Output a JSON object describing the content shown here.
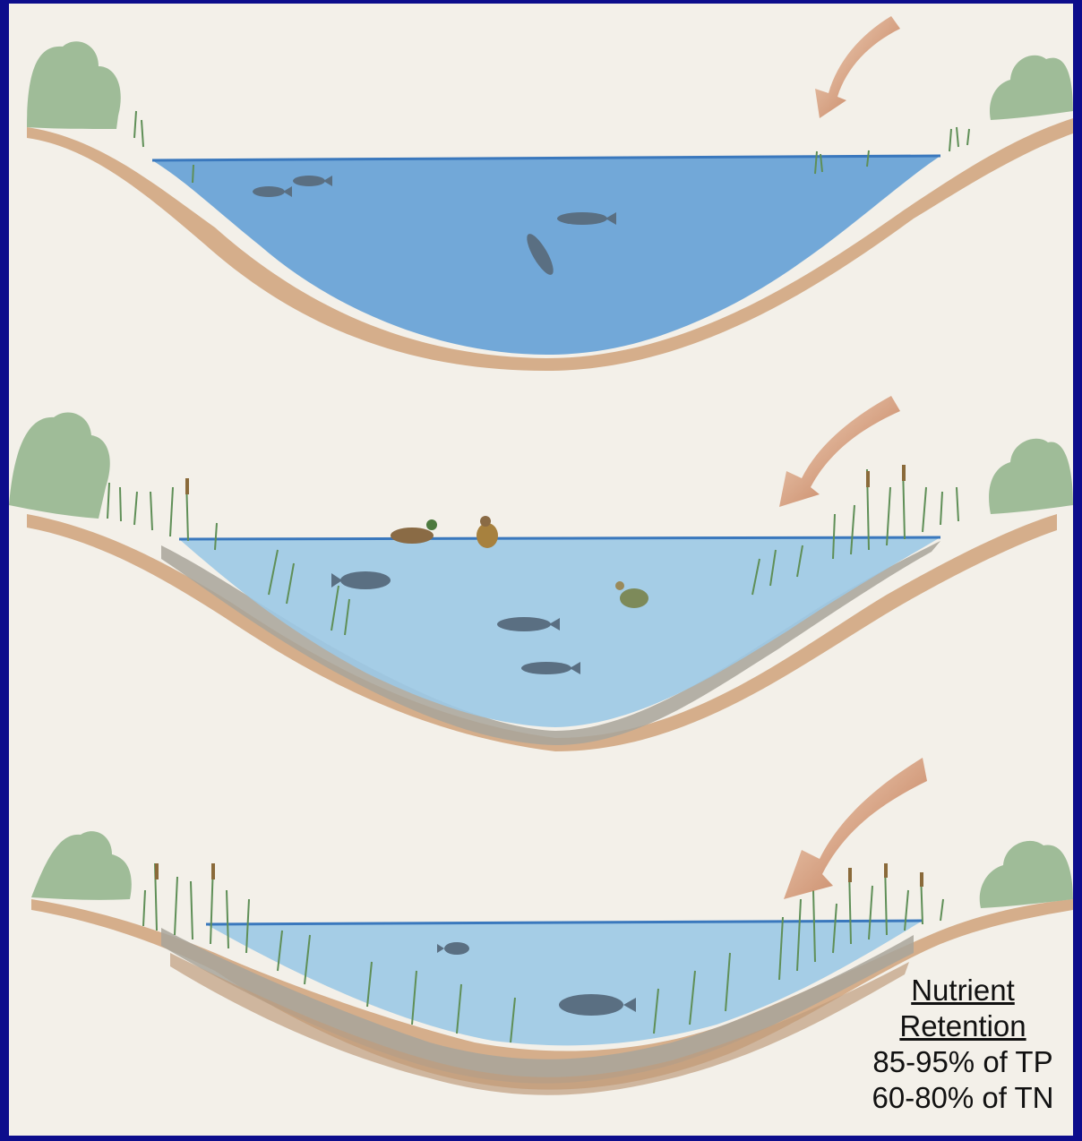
{
  "caption": {
    "heading_line1": "Nutrient",
    "heading_line2": "Retention",
    "tp_line": "85-95% of TP",
    "tn_line": "60-80% of TN"
  },
  "colors": {
    "frame": "#0d0d8c",
    "paper": "#f3f0e9",
    "water_deep": "#5b9bd5",
    "water_shallow": "#9cc9e6",
    "sediment": "#a8a49a",
    "soil": "#c9996e",
    "vegetation": "#6f9a63",
    "arrow": "#b86a45"
  },
  "icons": [
    "shrub-icon",
    "fish-icon",
    "duck-icon",
    "turtle-icon",
    "cattail-icon",
    "inflow-arrow-icon"
  ]
}
